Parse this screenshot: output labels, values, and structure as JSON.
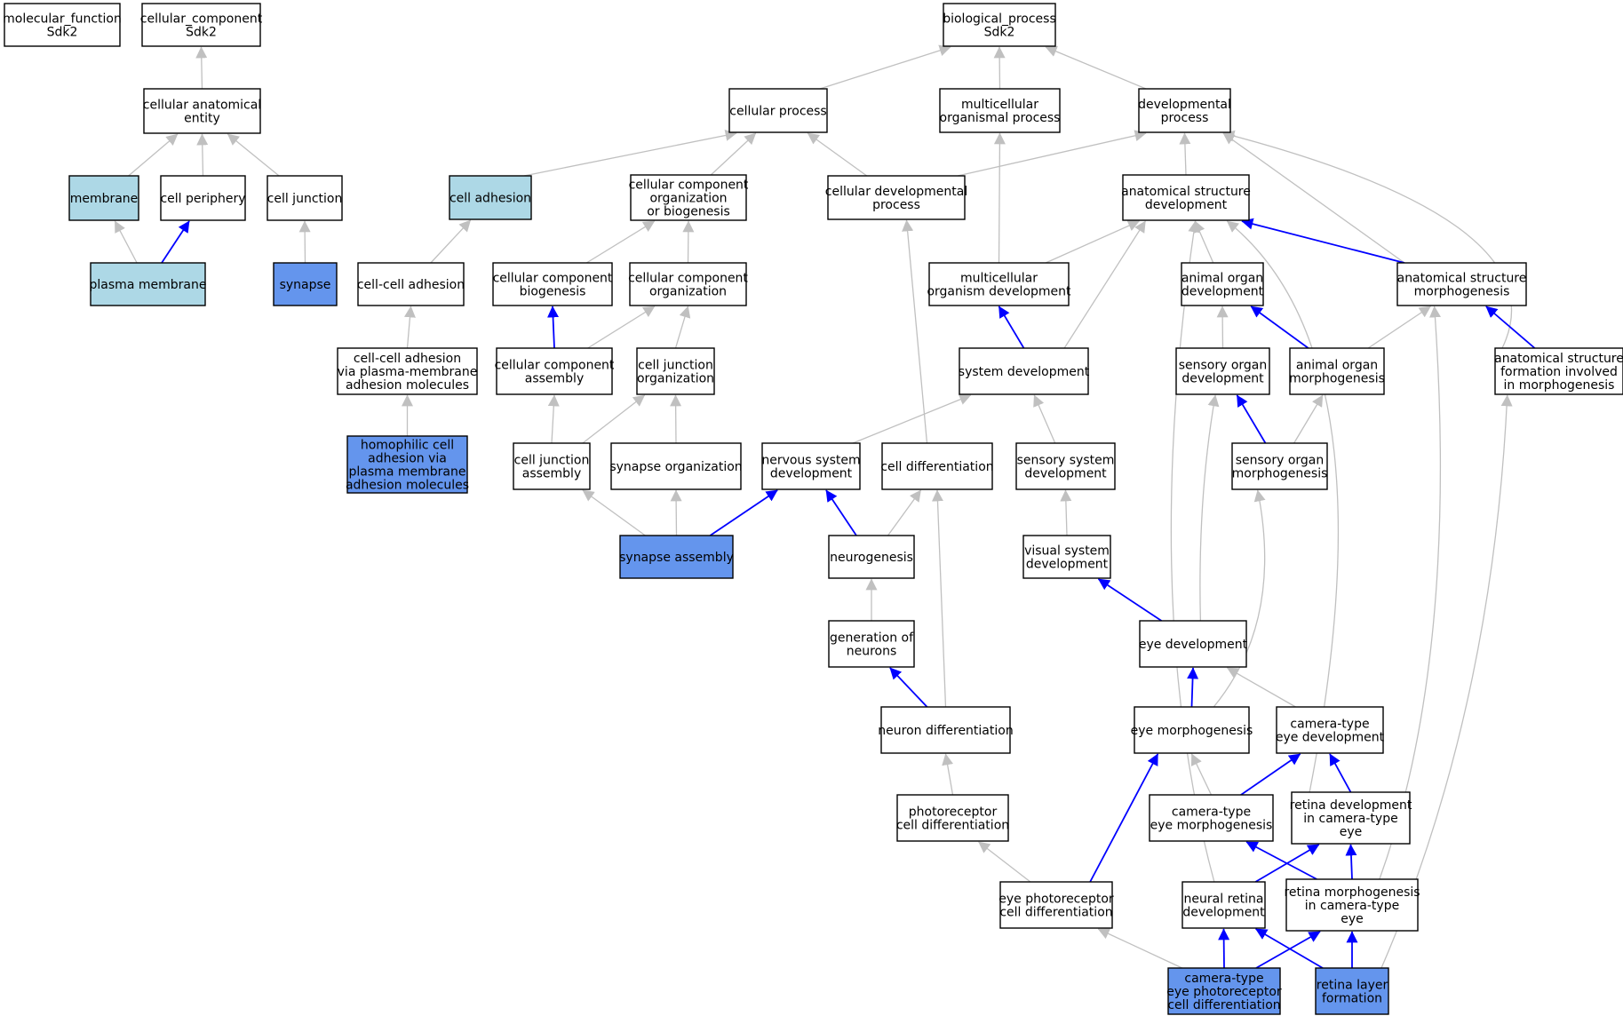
{
  "colors": {
    "gray_edge": "#c0c0c0",
    "blue_edge": "#0000ff",
    "node_border": "#000000",
    "node_fill": "#ffffff",
    "light_blue": "#add8e6",
    "cornflower": "#6495ed"
  },
  "nodes": [
    {
      "id": "mf",
      "lines": [
        "molecular_function",
        "Sdk2"
      ],
      "fill": "white"
    },
    {
      "id": "cc",
      "lines": [
        "cellular_component",
        "Sdk2"
      ],
      "fill": "white"
    },
    {
      "id": "bp",
      "lines": [
        "biological_process",
        "Sdk2"
      ],
      "fill": "white"
    },
    {
      "id": "cae",
      "lines": [
        "cellular anatomical",
        "entity"
      ],
      "fill": "white"
    },
    {
      "id": "membrane",
      "lines": [
        "membrane"
      ],
      "fill": "lightblue"
    },
    {
      "id": "cellper",
      "lines": [
        "cell periphery"
      ],
      "fill": "white"
    },
    {
      "id": "celljunc",
      "lines": [
        "cell junction"
      ],
      "fill": "white"
    },
    {
      "id": "plasmamem",
      "lines": [
        "plasma membrane"
      ],
      "fill": "lightblue"
    },
    {
      "id": "synapse",
      "lines": [
        "synapse"
      ],
      "fill": "cornflower"
    },
    {
      "id": "cellproc",
      "lines": [
        "cellular process"
      ],
      "fill": "white"
    },
    {
      "id": "multiorg",
      "lines": [
        "multicellular",
        "organismal process"
      ],
      "fill": "white"
    },
    {
      "id": "devproc",
      "lines": [
        "developmental",
        "process"
      ],
      "fill": "white"
    },
    {
      "id": "celladh",
      "lines": [
        "cell adhesion"
      ],
      "fill": "lightblue"
    },
    {
      "id": "ccorgbio",
      "lines": [
        "cellular component",
        "organization",
        "or biogenesis"
      ],
      "fill": "white"
    },
    {
      "id": "celldevproc",
      "lines": [
        "cellular developmental",
        "process"
      ],
      "fill": "white"
    },
    {
      "id": "asdev",
      "lines": [
        "anatomical structure",
        "development"
      ],
      "fill": "white"
    },
    {
      "id": "ccadh",
      "lines": [
        "cell-cell adhesion"
      ],
      "fill": "white"
    },
    {
      "id": "ccbio",
      "lines": [
        "cellular component",
        "biogenesis"
      ],
      "fill": "white"
    },
    {
      "id": "ccorg",
      "lines": [
        "cellular component",
        "organization"
      ],
      "fill": "white"
    },
    {
      "id": "mcorgdev",
      "lines": [
        "multicellular",
        "organism development"
      ],
      "fill": "white"
    },
    {
      "id": "aodev",
      "lines": [
        "animal organ",
        "development"
      ],
      "fill": "white"
    },
    {
      "id": "asmorph",
      "lines": [
        "anatomical structure",
        "morphogenesis"
      ],
      "fill": "white"
    },
    {
      "id": "ccadhpm",
      "lines": [
        "cell-cell adhesion",
        "via plasma-membrane",
        "adhesion molecules"
      ],
      "fill": "white"
    },
    {
      "id": "ccasm",
      "lines": [
        "cellular component",
        "assembly"
      ],
      "fill": "white"
    },
    {
      "id": "cjorg",
      "lines": [
        "cell junction",
        "organization"
      ],
      "fill": "white"
    },
    {
      "id": "sysdev",
      "lines": [
        "system development"
      ],
      "fill": "white"
    },
    {
      "id": "sodev",
      "lines": [
        "sensory organ",
        "development"
      ],
      "fill": "white"
    },
    {
      "id": "aomorph",
      "lines": [
        "animal organ",
        "morphogenesis"
      ],
      "fill": "white"
    },
    {
      "id": "asform",
      "lines": [
        "anatomical structure",
        "formation involved",
        "in morphogenesis"
      ],
      "fill": "white"
    },
    {
      "id": "homophilic",
      "lines": [
        "homophilic cell",
        "adhesion via",
        "plasma membrane",
        "adhesion molecules"
      ],
      "fill": "cornflower"
    },
    {
      "id": "cjasm",
      "lines": [
        "cell junction",
        "assembly"
      ],
      "fill": "white"
    },
    {
      "id": "synorg",
      "lines": [
        "synapse organization"
      ],
      "fill": "white"
    },
    {
      "id": "nsdev",
      "lines": [
        "nervous system",
        "development"
      ],
      "fill": "white"
    },
    {
      "id": "celldiff",
      "lines": [
        "cell differentiation"
      ],
      "fill": "white"
    },
    {
      "id": "ssdev",
      "lines": [
        "sensory system",
        "development"
      ],
      "fill": "white"
    },
    {
      "id": "somorph",
      "lines": [
        "sensory organ",
        "morphogenesis"
      ],
      "fill": "white"
    },
    {
      "id": "synasm",
      "lines": [
        "synapse assembly"
      ],
      "fill": "cornflower"
    },
    {
      "id": "neurogen",
      "lines": [
        "neurogenesis"
      ],
      "fill": "white"
    },
    {
      "id": "vsdev",
      "lines": [
        "visual system",
        "development"
      ],
      "fill": "white"
    },
    {
      "id": "genneur",
      "lines": [
        "generation of",
        "neurons"
      ],
      "fill": "white"
    },
    {
      "id": "eyedev",
      "lines": [
        "eye development"
      ],
      "fill": "white"
    },
    {
      "id": "neurdiff",
      "lines": [
        "neuron differentiation"
      ],
      "fill": "white"
    },
    {
      "id": "eyemorph",
      "lines": [
        "eye morphogenesis"
      ],
      "fill": "white"
    },
    {
      "id": "cteyedev",
      "lines": [
        "camera-type",
        "eye development"
      ],
      "fill": "white"
    },
    {
      "id": "photodiff",
      "lines": [
        "photoreceptor",
        "cell differentiation"
      ],
      "fill": "white"
    },
    {
      "id": "cteyemorph",
      "lines": [
        "camera-type",
        "eye morphogenesis"
      ],
      "fill": "white"
    },
    {
      "id": "retdev",
      "lines": [
        "retina development",
        "in camera-type",
        "eye"
      ],
      "fill": "white"
    },
    {
      "id": "eyephotodiff",
      "lines": [
        "eye photoreceptor",
        "cell differentiation"
      ],
      "fill": "white"
    },
    {
      "id": "nretdev",
      "lines": [
        "neural retina",
        "development"
      ],
      "fill": "white"
    },
    {
      "id": "retmorph",
      "lines": [
        "retina morphogenesis",
        "in camera-type",
        "eye"
      ],
      "fill": "white"
    },
    {
      "id": "ctphotodiff",
      "lines": [
        "camera-type",
        "eye photoreceptor",
        "cell differentiation"
      ],
      "fill": "cornflower"
    },
    {
      "id": "retlayer",
      "lines": [
        "retina layer",
        "formation"
      ],
      "fill": "cornflower"
    }
  ],
  "edges": [
    {
      "from": "cae",
      "to": "cc",
      "color": "gray"
    },
    {
      "from": "membrane",
      "to": "cae",
      "color": "gray"
    },
    {
      "from": "cellper",
      "to": "cae",
      "color": "gray"
    },
    {
      "from": "celljunc",
      "to": "cae",
      "color": "gray"
    },
    {
      "from": "plasmamem",
      "to": "membrane",
      "color": "gray"
    },
    {
      "from": "plasmamem",
      "to": "cellper",
      "color": "blue"
    },
    {
      "from": "synapse",
      "to": "celljunc",
      "color": "gray"
    },
    {
      "from": "cellproc",
      "to": "bp",
      "color": "gray"
    },
    {
      "from": "multiorg",
      "to": "bp",
      "color": "gray"
    },
    {
      "from": "devproc",
      "to": "bp",
      "color": "gray"
    },
    {
      "from": "celladh",
      "to": "cellproc",
      "color": "gray"
    },
    {
      "from": "ccorgbio",
      "to": "cellproc",
      "color": "gray"
    },
    {
      "from": "celldevproc",
      "to": "cellproc",
      "color": "gray"
    },
    {
      "from": "celldevproc",
      "to": "devproc",
      "color": "gray"
    },
    {
      "from": "asdev",
      "to": "devproc",
      "color": "gray"
    },
    {
      "from": "asmorph",
      "to": "devproc",
      "color": "gray"
    },
    {
      "from": "asform",
      "to": "devproc",
      "color": "gray"
    },
    {
      "from": "mcorgdev",
      "to": "multiorg",
      "color": "gray"
    },
    {
      "from": "mcorgdev",
      "to": "asdev",
      "color": "gray"
    },
    {
      "from": "ccadh",
      "to": "celladh",
      "color": "gray"
    },
    {
      "from": "ccbio",
      "to": "ccorgbio",
      "color": "gray"
    },
    {
      "from": "ccorg",
      "to": "ccorgbio",
      "color": "gray"
    },
    {
      "from": "aodev",
      "to": "asdev",
      "color": "gray"
    },
    {
      "from": "asmorph",
      "to": "asdev",
      "color": "blue"
    },
    {
      "from": "sysdev",
      "to": "asdev",
      "color": "gray"
    },
    {
      "from": "nretdev",
      "to": "asdev",
      "color": "gray"
    },
    {
      "from": "retdev",
      "to": "asdev",
      "color": "gray"
    },
    {
      "from": "ccadhpm",
      "to": "ccadh",
      "color": "gray"
    },
    {
      "from": "ccasm",
      "to": "ccbio",
      "color": "blue"
    },
    {
      "from": "ccasm",
      "to": "ccorg",
      "color": "gray"
    },
    {
      "from": "cjorg",
      "to": "ccorg",
      "color": "gray"
    },
    {
      "from": "sysdev",
      "to": "mcorgdev",
      "color": "blue"
    },
    {
      "from": "sodev",
      "to": "aodev",
      "color": "gray"
    },
    {
      "from": "aomorph",
      "to": "aodev",
      "color": "blue"
    },
    {
      "from": "aomorph",
      "to": "asmorph",
      "color": "gray"
    },
    {
      "from": "asform",
      "to": "asmorph",
      "color": "blue"
    },
    {
      "from": "retmorph",
      "to": "asmorph",
      "color": "gray"
    },
    {
      "from": "homophilic",
      "to": "ccadhpm",
      "color": "gray"
    },
    {
      "from": "cjasm",
      "to": "ccasm",
      "color": "gray"
    },
    {
      "from": "cjasm",
      "to": "cjorg",
      "color": "gray"
    },
    {
      "from": "synorg",
      "to": "cjorg",
      "color": "gray"
    },
    {
      "from": "nsdev",
      "to": "sysdev",
      "color": "gray"
    },
    {
      "from": "ssdev",
      "to": "sysdev",
      "color": "gray"
    },
    {
      "from": "celldiff",
      "to": "celldevproc",
      "color": "gray"
    },
    {
      "from": "somorph",
      "to": "sodev",
      "color": "blue"
    },
    {
      "from": "somorph",
      "to": "aomorph",
      "color": "gray"
    },
    {
      "from": "synasm",
      "to": "cjasm",
      "color": "gray"
    },
    {
      "from": "synasm",
      "to": "synorg",
      "color": "gray"
    },
    {
      "from": "synasm",
      "to": "nsdev",
      "color": "blue"
    },
    {
      "from": "neurogen",
      "to": "nsdev",
      "color": "blue"
    },
    {
      "from": "neurogen",
      "to": "celldiff",
      "color": "gray"
    },
    {
      "from": "vsdev",
      "to": "ssdev",
      "color": "gray"
    },
    {
      "from": "genneur",
      "to": "neurogen",
      "color": "gray"
    },
    {
      "from": "eyedev",
      "to": "vsdev",
      "color": "blue"
    },
    {
      "from": "eyedev",
      "to": "sodev",
      "color": "gray"
    },
    {
      "from": "neurdiff",
      "to": "genneur",
      "color": "blue"
    },
    {
      "from": "neurdiff",
      "to": "celldiff",
      "color": "gray"
    },
    {
      "from": "eyemorph",
      "to": "eyedev",
      "color": "blue"
    },
    {
      "from": "eyemorph",
      "to": "somorph",
      "color": "gray"
    },
    {
      "from": "cteyedev",
      "to": "eyedev",
      "color": "gray"
    },
    {
      "from": "photodiff",
      "to": "neurdiff",
      "color": "gray"
    },
    {
      "from": "cteyemorph",
      "to": "eyemorph",
      "color": "gray"
    },
    {
      "from": "cteyemorph",
      "to": "cteyedev",
      "color": "blue"
    },
    {
      "from": "retdev",
      "to": "cteyedev",
      "color": "blue"
    },
    {
      "from": "eyephotodiff",
      "to": "photodiff",
      "color": "gray"
    },
    {
      "from": "eyephotodiff",
      "to": "eyemorph",
      "color": "blue"
    },
    {
      "from": "nretdev",
      "to": "retdev",
      "color": "blue"
    },
    {
      "from": "retmorph",
      "to": "cteyemorph",
      "color": "blue"
    },
    {
      "from": "retmorph",
      "to": "retdev",
      "color": "blue"
    },
    {
      "from": "ctphotodiff",
      "to": "eyephotodiff",
      "color": "gray"
    },
    {
      "from": "ctphotodiff",
      "to": "nretdev",
      "color": "blue"
    },
    {
      "from": "ctphotodiff",
      "to": "retmorph",
      "color": "blue"
    },
    {
      "from": "retlayer",
      "to": "nretdev",
      "color": "blue"
    },
    {
      "from": "retlayer",
      "to": "retmorph",
      "color": "blue"
    },
    {
      "from": "retlayer",
      "to": "asform",
      "color": "gray"
    }
  ]
}
